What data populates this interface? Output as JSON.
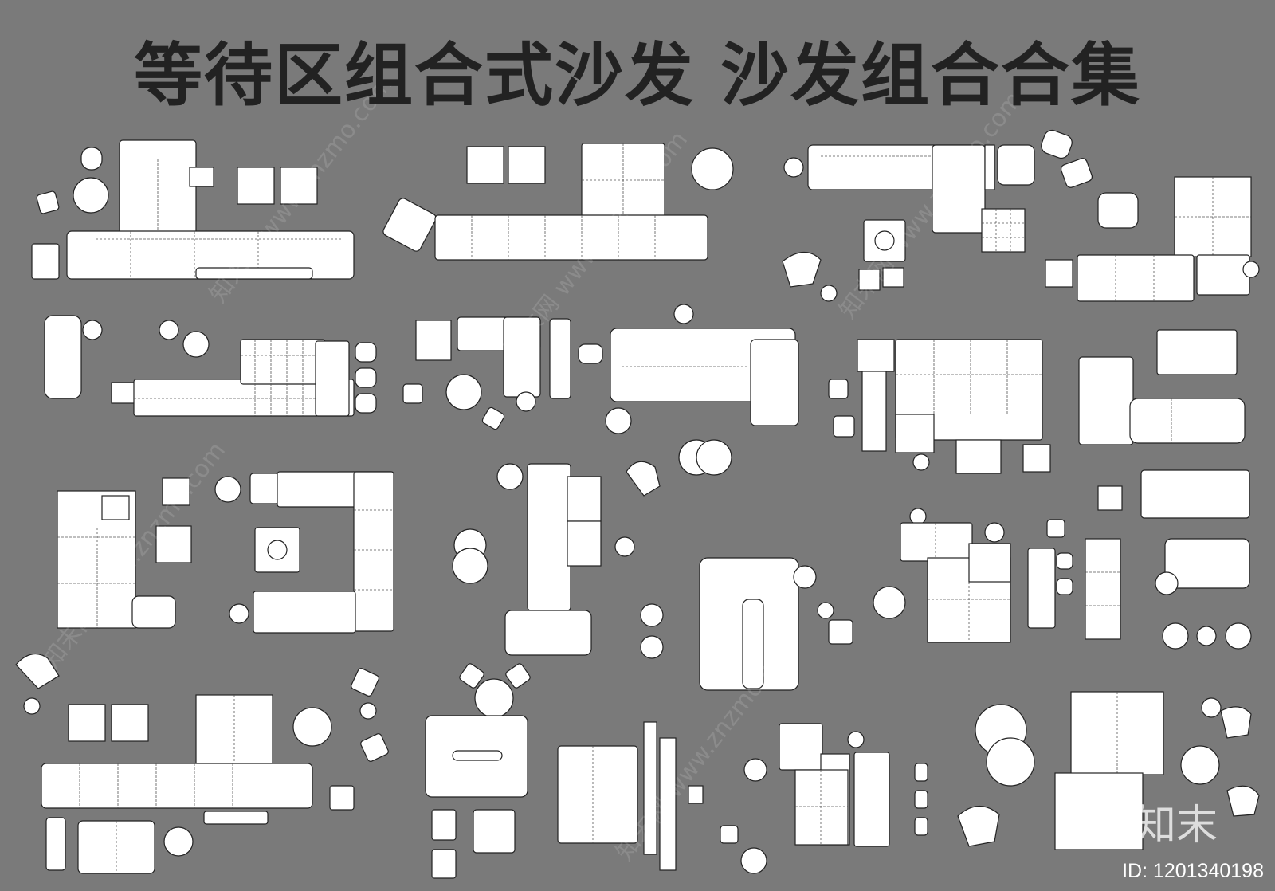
{
  "title": "等待区组合式沙发  沙发组合合集",
  "id_label": "ID: 1201340198",
  "logo_text": "知末",
  "watermark": "知末网 www.znzmo.com",
  "colors": {
    "background": "#7a7a7a",
    "furniture": "#ffffff",
    "outline": "#222222",
    "title": "#222222"
  }
}
